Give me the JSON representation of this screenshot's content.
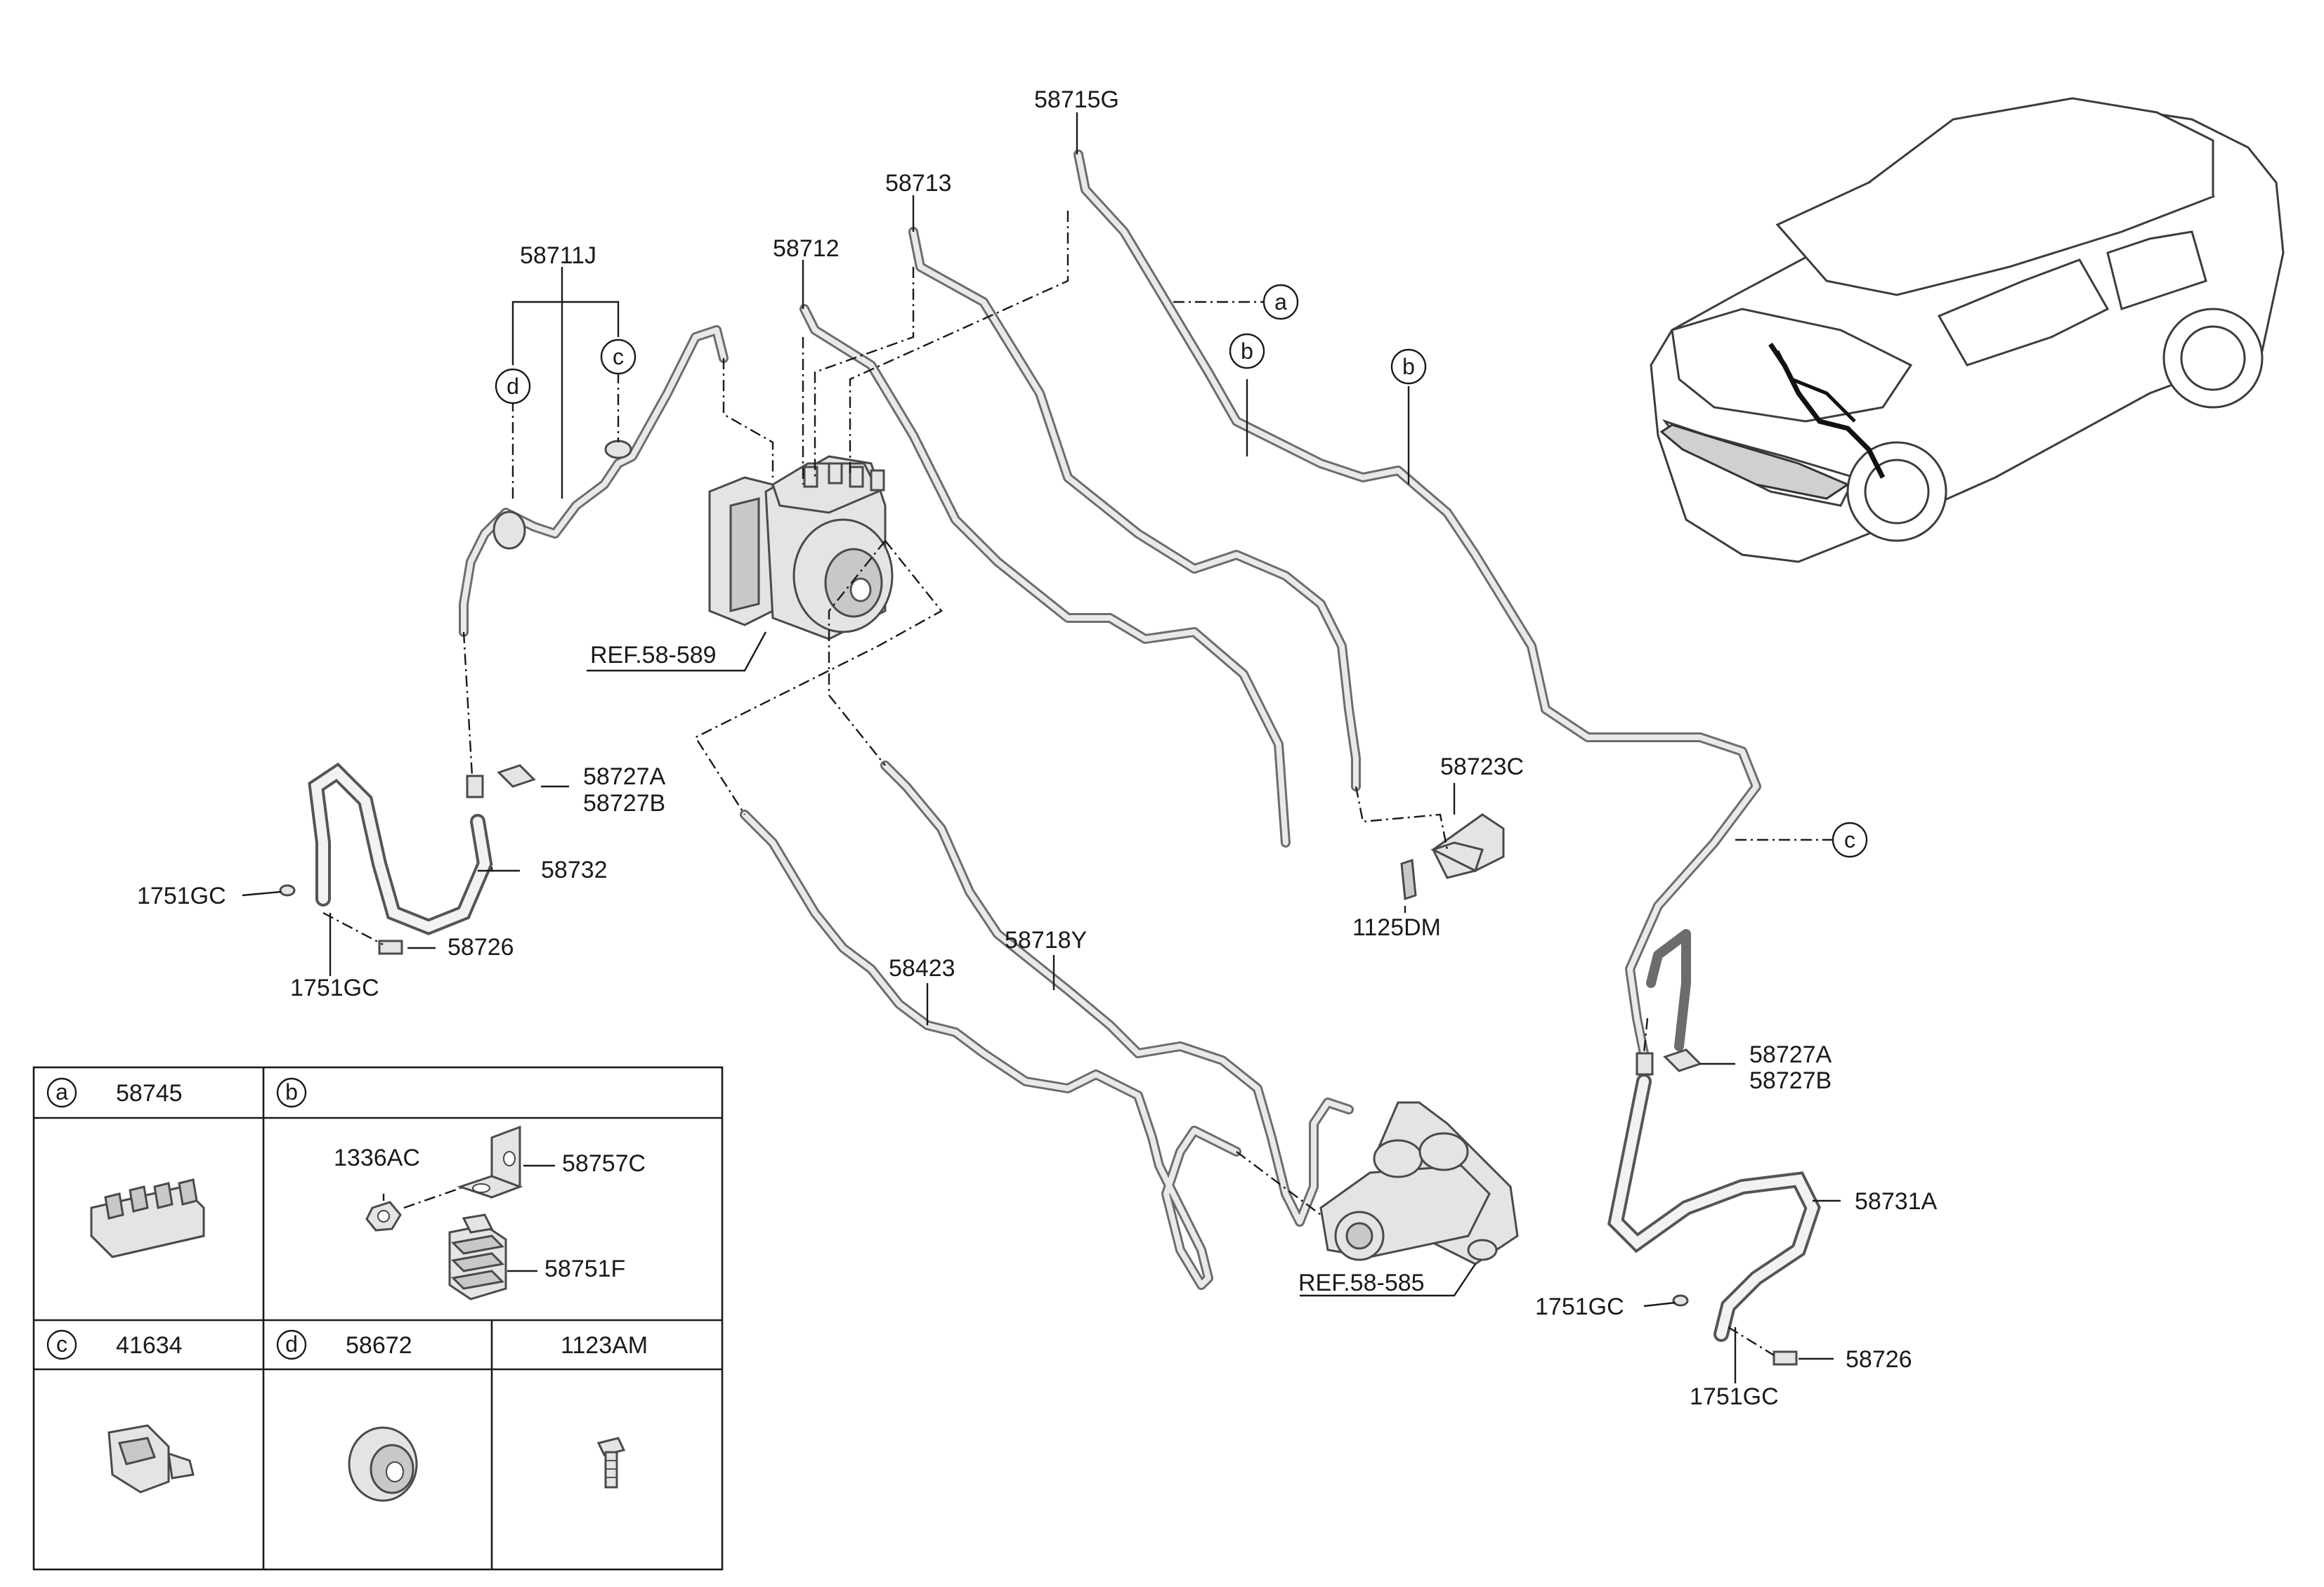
{
  "labels": {
    "p58715G": "58715G",
    "p58713": "58713",
    "p58712": "58712",
    "p58711J": "58711J",
    "ref58589": "REF.58-589",
    "p58727A_l": "58727A",
    "p58727B_l": "58727B",
    "p58732": "58732",
    "p1751GC_l1": "1751GC",
    "p1751GC_l2": "1751GC",
    "p58726_l": "58726",
    "p58723C": "58723C",
    "p1125DM": "1125DM",
    "p58718Y": "58718Y",
    "p58423": "58423",
    "ref58585": "REF.58-585",
    "p58727A_r": "58727A",
    "p58727B_r": "58727B",
    "p58731A": "58731A",
    "p1751GC_r1": "1751GC",
    "p1751GC_r2": "1751GC",
    "p58726_r": "58726"
  },
  "callouts": {
    "a_top": "a",
    "b_1": "b",
    "b_2": "b",
    "c_top": "c",
    "d_top": "d",
    "c_right": "c"
  },
  "legend_table": {
    "a": {
      "letter": "a",
      "part": "58745"
    },
    "b": {
      "letter": "b",
      "parts": [
        "1336AC",
        "58757C",
        "58751F"
      ]
    },
    "c": {
      "letter": "c",
      "part": "41634"
    },
    "d": {
      "letter": "d",
      "part": "58672"
    },
    "extra": {
      "part": "1123AM"
    }
  }
}
